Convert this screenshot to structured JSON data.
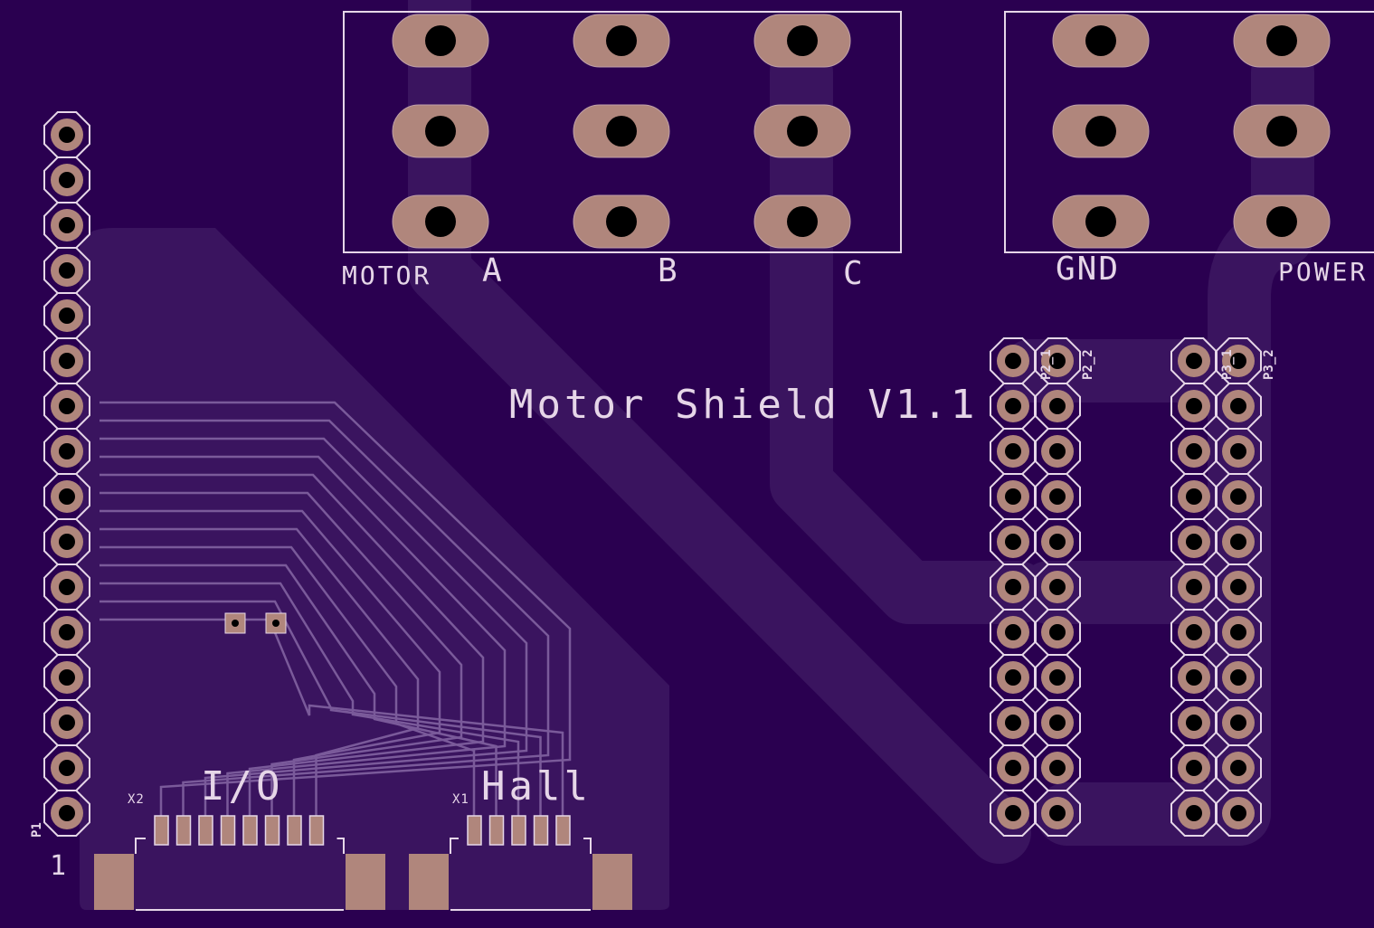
{
  "board_title": "Motor Shield V1.1",
  "motor_block": {
    "label": "MOTOR",
    "phases": [
      "A",
      "B",
      "C"
    ]
  },
  "power_block": {
    "gnd_label": "GND",
    "power_label": "POWER"
  },
  "connectors": {
    "io": {
      "label": "I/O",
      "ref": "X2",
      "pins": 8
    },
    "hall": {
      "label": "Hall",
      "ref": "X1",
      "pins": 5
    }
  },
  "headers": {
    "p1": {
      "ref": "P1",
      "pin1_label": "1",
      "pins": 16
    },
    "p2": {
      "ref_a": "P2_1",
      "ref_b": "P2_2",
      "rows": 11
    },
    "p3": {
      "ref_a": "P3_1",
      "ref_b": "P3_2",
      "rows": 11
    }
  },
  "colors": {
    "board": "#2a0050",
    "copper_fill": "#3b1361",
    "silk": "#e6d6e8",
    "pad": "#b0867c",
    "hole": "#000000"
  }
}
